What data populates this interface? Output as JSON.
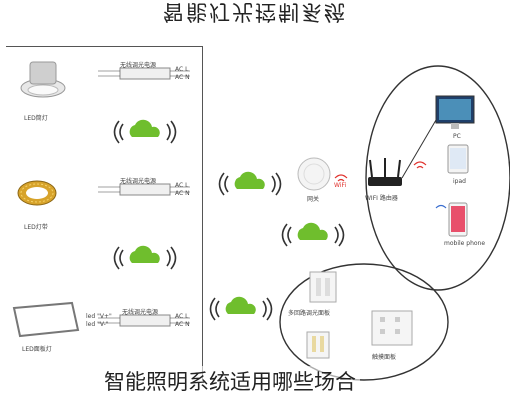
{
  "header": {
    "title": "智能灯光控制系统"
  },
  "caption": "智能照明系统适用哪些场合",
  "devices": {
    "downlight": "LED筒灯",
    "strip": "LED灯带",
    "panel": "LED面板灯"
  },
  "drivers": {
    "driver_label": "无线调光电源",
    "driver_label_panel": "无线调光电源",
    "ac_l": "AC L",
    "ac_n": "AC N",
    "out_pos": "led \"V+\"",
    "out_neg": "led \"V-\""
  },
  "network": {
    "gateway": "网关",
    "router": "WIFI 路由器",
    "pc": "PC",
    "ipad": "ipad",
    "phone": "mobile phone",
    "wifi_badge": "WiFi"
  },
  "panels": {
    "multi": "多回路调光面板",
    "touch": "触摸面板"
  },
  "colors": {
    "cloud": "#6fbe2d",
    "line": "#333333",
    "wifi": "#e0312c"
  }
}
